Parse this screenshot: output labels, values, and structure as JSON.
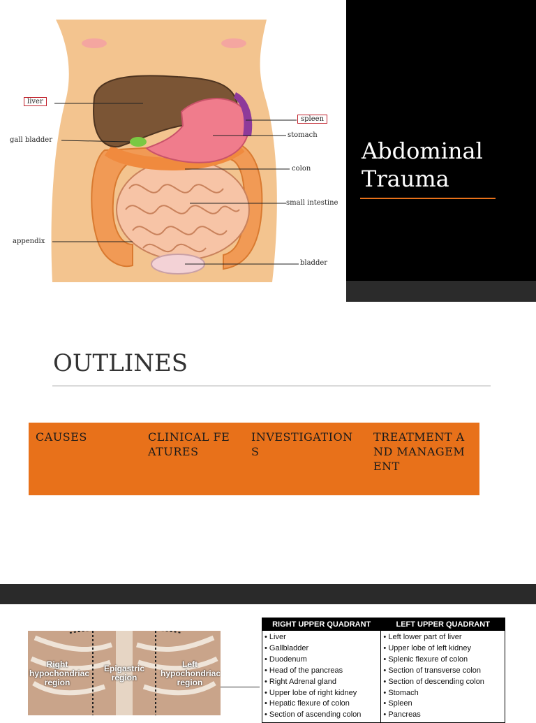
{
  "slide1": {
    "title_line1": "Abdominal",
    "title_line2": "Trauma",
    "anatomy_labels": {
      "liver": "liver",
      "gall_bladder": "gall bladder",
      "appendix": "appendix",
      "spleen": "spleen",
      "stomach": "stomach",
      "colon": "colon",
      "small_intestine": "small intestine",
      "bladder": "bladder"
    }
  },
  "slide2": {
    "heading": "OUTLINES",
    "items": [
      "CAUSES",
      "CLINICAL FEATURES",
      "INVESTIGATIONS",
      "TREATMENT AND MANAGEMENT"
    ]
  },
  "slide3": {
    "regions": {
      "right": "Right hypochondriac region",
      "epigastric": "Epigastric region",
      "left": "Left hypochondriac region"
    },
    "table": {
      "headers": [
        "RIGHT UPPER QUADRANT",
        "LEFT UPPER QUADRANT"
      ],
      "right": [
        "Liver",
        "Gallbladder",
        "Duodenum",
        "Head of the pancreas",
        "Right Adrenal gland",
        "Upper lobe of right kidney",
        "Hepatic flexure of colon",
        "Section of ascending colon"
      ],
      "left": [
        "Left lower part of liver",
        "Upper lobe of left kidney",
        "Splenic flexure of colon",
        "Section of transverse colon",
        "Section of descending colon",
        "Stomach",
        "Spleen",
        "Pancreas"
      ]
    }
  },
  "colors": {
    "accent": "#e8711a",
    "title_bg": "#000000",
    "skin": "#f3c48f"
  }
}
